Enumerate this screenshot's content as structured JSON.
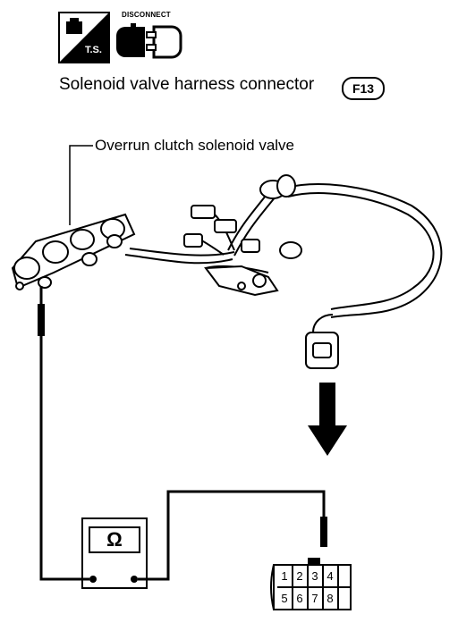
{
  "header": {
    "ts_icon_text": "T.S.",
    "disconnect_label": "DISCONNECT"
  },
  "title": "Solenoid valve harness connector",
  "connector_code": "F13",
  "callout": "Overrun clutch solenoid valve",
  "meter_symbol": "Ω",
  "connector_pins": {
    "top": [
      "1",
      "2",
      "3",
      "4"
    ],
    "bottom": [
      "5",
      "6",
      "7",
      "8"
    ]
  }
}
